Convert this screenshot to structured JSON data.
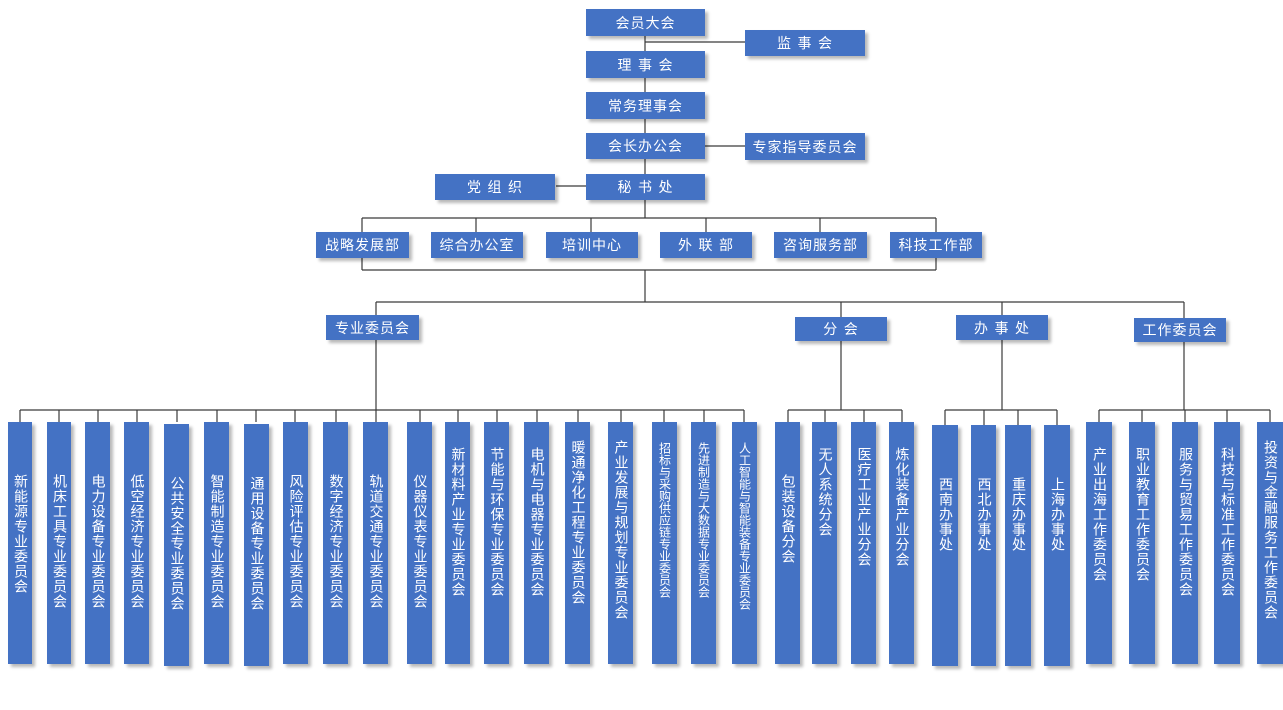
{
  "top": {
    "assembly": "会员大会",
    "supervisory": "监 事 会",
    "council": "理 事 会",
    "standing_council": "常务理事会",
    "president_office": "会长办公会",
    "expert_committee": "专家指导委员会",
    "party": "党 组 织",
    "secretariat": "秘 书 处"
  },
  "departments": [
    "战略发展部",
    "综合办公室",
    "培训中心",
    "外 联 部",
    "咨询服务部",
    "科技工作部"
  ],
  "groups": {
    "professional": "专业委员会",
    "branch": "分 会",
    "office": "办 事 处",
    "working": "工作委员会"
  },
  "professional_committees": [
    "新能源专业委员会",
    "机床工具专业委员会",
    "电力设备专业委员会",
    "低空经济专业委员会",
    "公共安全专业委员会",
    "智能制造专业委员会",
    "通用设备专业委员会",
    "风险评估专业委员会",
    "数字经济专业委员会",
    "轨道交通专业委员会",
    "仪器仪表专业委员会",
    "新材料产业专业委员会",
    "节能与环保专业委员会",
    "电机与电器专业委员会",
    "暖通净化工程专业委员会",
    "产业发展与规划专业委员会",
    "招标与采购供应链专业委员会",
    "先进制造与大数据专业委员会",
    "人工智能与智能装备专业委员会"
  ],
  "branches": [
    "包装设备分会",
    "无人系统分会",
    "医疗工业产业分会",
    "炼化装备产业分会"
  ],
  "offices": [
    "西南办事处",
    "西北办事处",
    "重庆办事处",
    "上海办事处"
  ],
  "working_committees": [
    "产业出海工作委员会",
    "职业教育工作委员会",
    "服务与贸易工作委员会",
    "科技与标准工作委员会",
    "投资与金融服务工作委员会"
  ]
}
